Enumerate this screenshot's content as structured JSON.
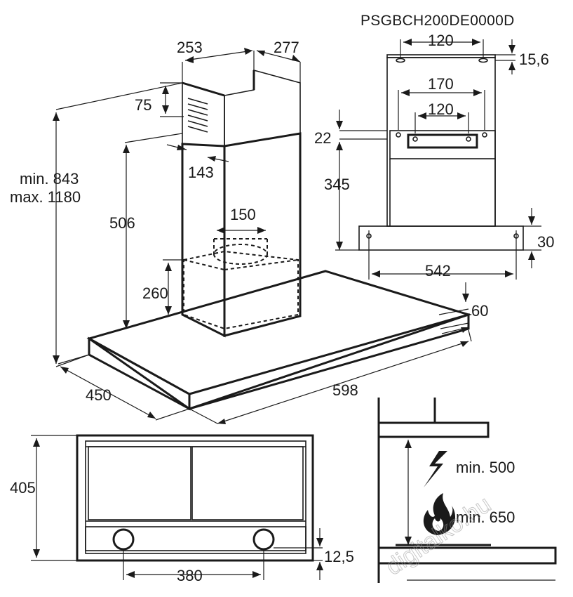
{
  "model_code": "PSGBCH200DE0000D",
  "watermark": "digitalko.hu",
  "main_view": {
    "chimney_depth": "253",
    "chimney_width": "277",
    "vent_slot_height": "75",
    "chimney_height_min": "min. 843",
    "chimney_height_max": "max. 1180",
    "vent_offset": "143",
    "lower_chimney_height": "506",
    "outlet_diameter": "150",
    "motor_box_height": "260",
    "canopy_thickness": "60",
    "canopy_depth": "450",
    "canopy_width": "598"
  },
  "bracket_view": {
    "top_hole_spacing": "120",
    "top_offset": "15,6",
    "bracket_width": "170",
    "bracket_hole_spacing": "120",
    "bracket_offset": "22",
    "bracket_height": "345",
    "hood_thickness": "30",
    "hood_hole_spacing": "542"
  },
  "bottom_view": {
    "depth": "405",
    "lamp_spacing": "380",
    "lamp_offset": "12,5"
  },
  "clearance_view": {
    "electric_min": "min. 500",
    "gas_min": "min. 650"
  },
  "icons": [
    "lightning-icon",
    "flame-icon"
  ]
}
